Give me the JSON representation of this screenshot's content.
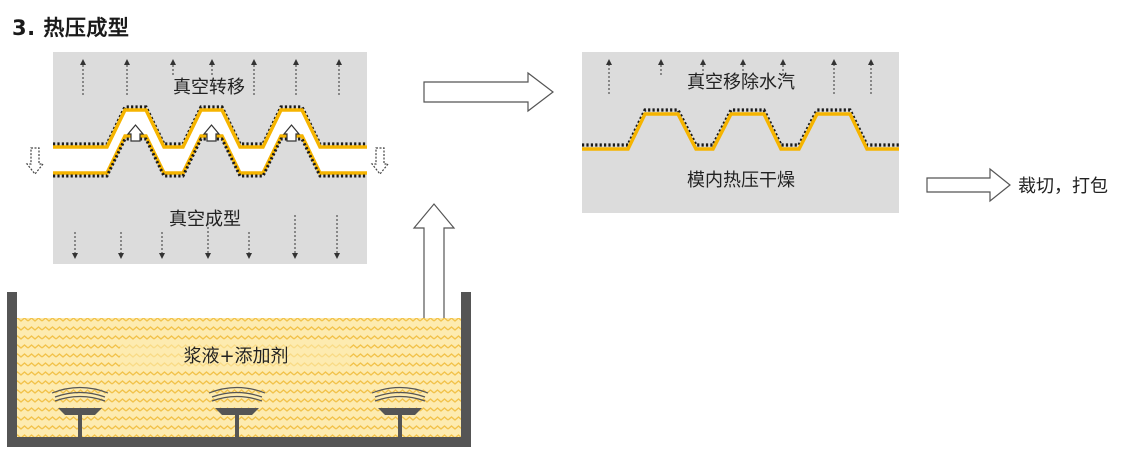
{
  "title": "3. 热压成型",
  "panel_left": {
    "top_label": "真空转移",
    "bottom_label": "真空成型"
  },
  "panel_right": {
    "top_label": "真空移除水汽",
    "bottom_label": "模内热压干燥"
  },
  "tank": {
    "label": "浆液+添加剂"
  },
  "final_step": "裁切，打包",
  "colors": {
    "panel_gray": "#dcdcdc",
    "fiber_yellow": "#f5b400",
    "slurry_yellow": "#fbe39a",
    "tank_wall": "#555555",
    "arrow_outline": "#555555"
  }
}
